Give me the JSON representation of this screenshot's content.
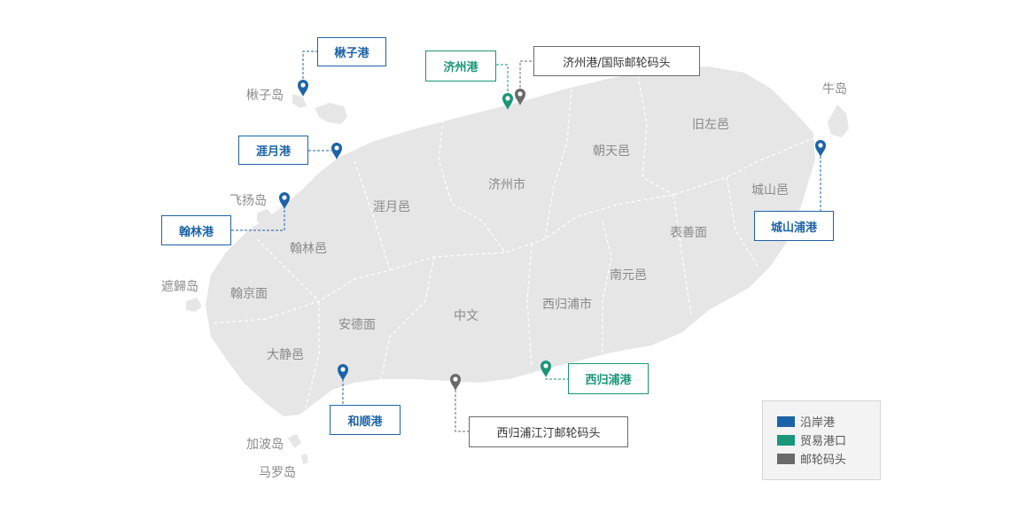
{
  "regions": [
    {
      "id": "jeju-si",
      "name": "济州市"
    },
    {
      "id": "jocheon",
      "name": "朝天邑"
    },
    {
      "id": "gujwa",
      "name": "旧左邑"
    },
    {
      "id": "seongsan",
      "name": "城山邑"
    },
    {
      "id": "pyoseon",
      "name": "表善面"
    },
    {
      "id": "namwon",
      "name": "南元邑"
    },
    {
      "id": "seogwipo-si",
      "name": "西归浦市"
    },
    {
      "id": "jungmun",
      "name": "中文"
    },
    {
      "id": "andeok",
      "name": "安德面"
    },
    {
      "id": "daejeong",
      "name": "大静邑"
    },
    {
      "id": "hangyeong",
      "name": "翰京面"
    },
    {
      "id": "hallim",
      "name": "翰林邑"
    },
    {
      "id": "aewol",
      "name": "涯月邑"
    }
  ],
  "islands": [
    {
      "id": "chuja",
      "name": "楸子岛"
    },
    {
      "id": "biyang",
      "name": "飞扬岛"
    },
    {
      "id": "chagwi",
      "name": "遮歸岛"
    },
    {
      "id": "gapa",
      "name": "加波岛"
    },
    {
      "id": "mara",
      "name": "马罗岛"
    },
    {
      "id": "udo",
      "name": "牛岛"
    }
  ],
  "ports": [
    {
      "id": "chuja-port",
      "name": "楸子港",
      "type": "coastal"
    },
    {
      "id": "aewol-port",
      "name": "涯月港",
      "type": "coastal"
    },
    {
      "id": "hallim-port",
      "name": "翰林港",
      "type": "coastal"
    },
    {
      "id": "hwasun-port",
      "name": "和顺港",
      "type": "coastal"
    },
    {
      "id": "seongsanpo-port",
      "name": "城山浦港",
      "type": "coastal"
    },
    {
      "id": "jeju-port",
      "name": "济州港",
      "type": "trade"
    },
    {
      "id": "seogwipo-port",
      "name": "西归浦港",
      "type": "trade"
    },
    {
      "id": "jeju-cruise",
      "name": "济州港/国际邮轮码头",
      "type": "cruise"
    },
    {
      "id": "gangjeong-cruise",
      "name": "西归浦江汀邮轮码头",
      "type": "cruise"
    }
  ],
  "legend": {
    "items": [
      {
        "type": "coastal",
        "label": "沿岸港",
        "color": "#1c63a8"
      },
      {
        "type": "trade",
        "label": "贸易港口",
        "color": "#1a9678"
      },
      {
        "type": "cruise",
        "label": "邮轮码头",
        "color": "#6a6a6a"
      }
    ]
  },
  "colors": {
    "land": "#e6e6e6",
    "boundary": "#ffffff",
    "coastal": "#1c63a8",
    "trade": "#1a9678",
    "cruise": "#6a6a6a"
  },
  "icons": {
    "marker": "map-pin-icon"
  }
}
